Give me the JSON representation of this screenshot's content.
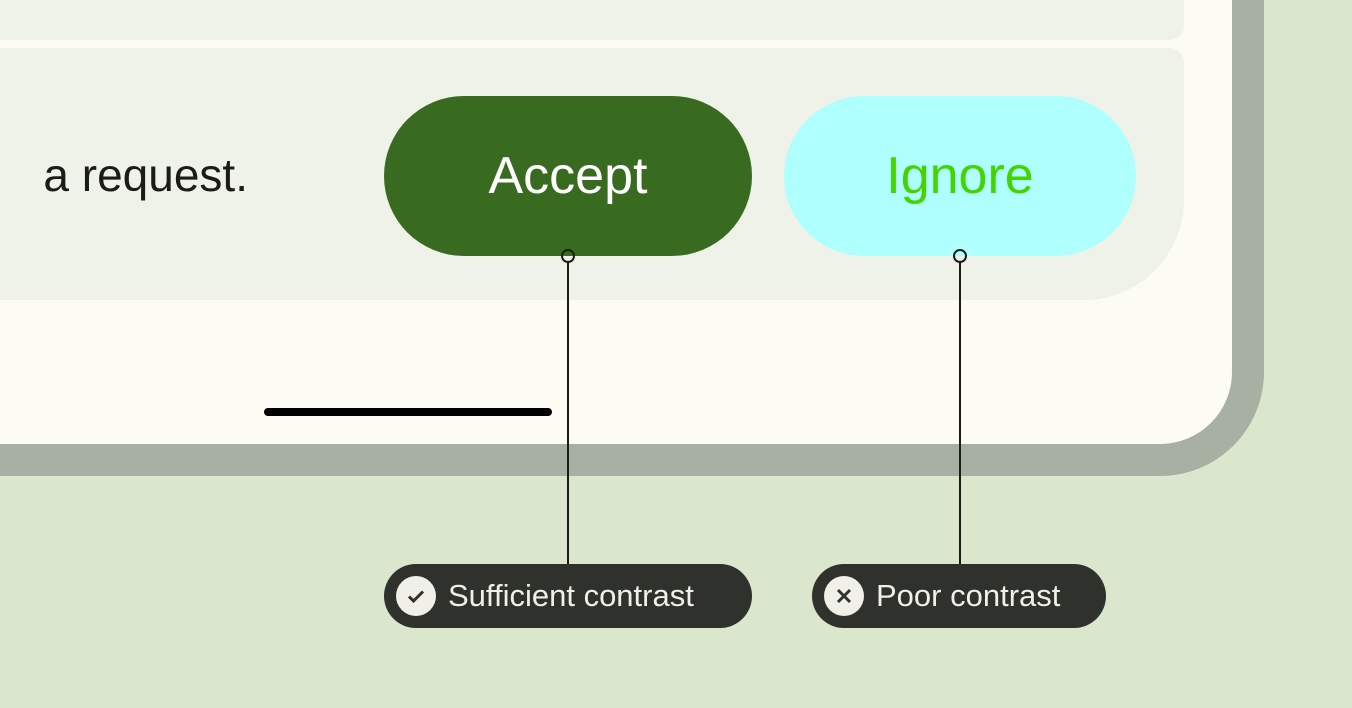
{
  "message": "a request.",
  "buttons": {
    "accept": "Accept",
    "ignore": "Ignore"
  },
  "colors": {
    "accept_bg": "#386b20",
    "accept_text": "#ffffff",
    "ignore_bg": "#aefffe",
    "ignore_text": "#44d400"
  },
  "annotations": [
    {
      "label": "Sufficient contrast",
      "icon": "check-circle-icon"
    },
    {
      "label": "Poor contrast",
      "icon": "x-circle-icon"
    }
  ]
}
